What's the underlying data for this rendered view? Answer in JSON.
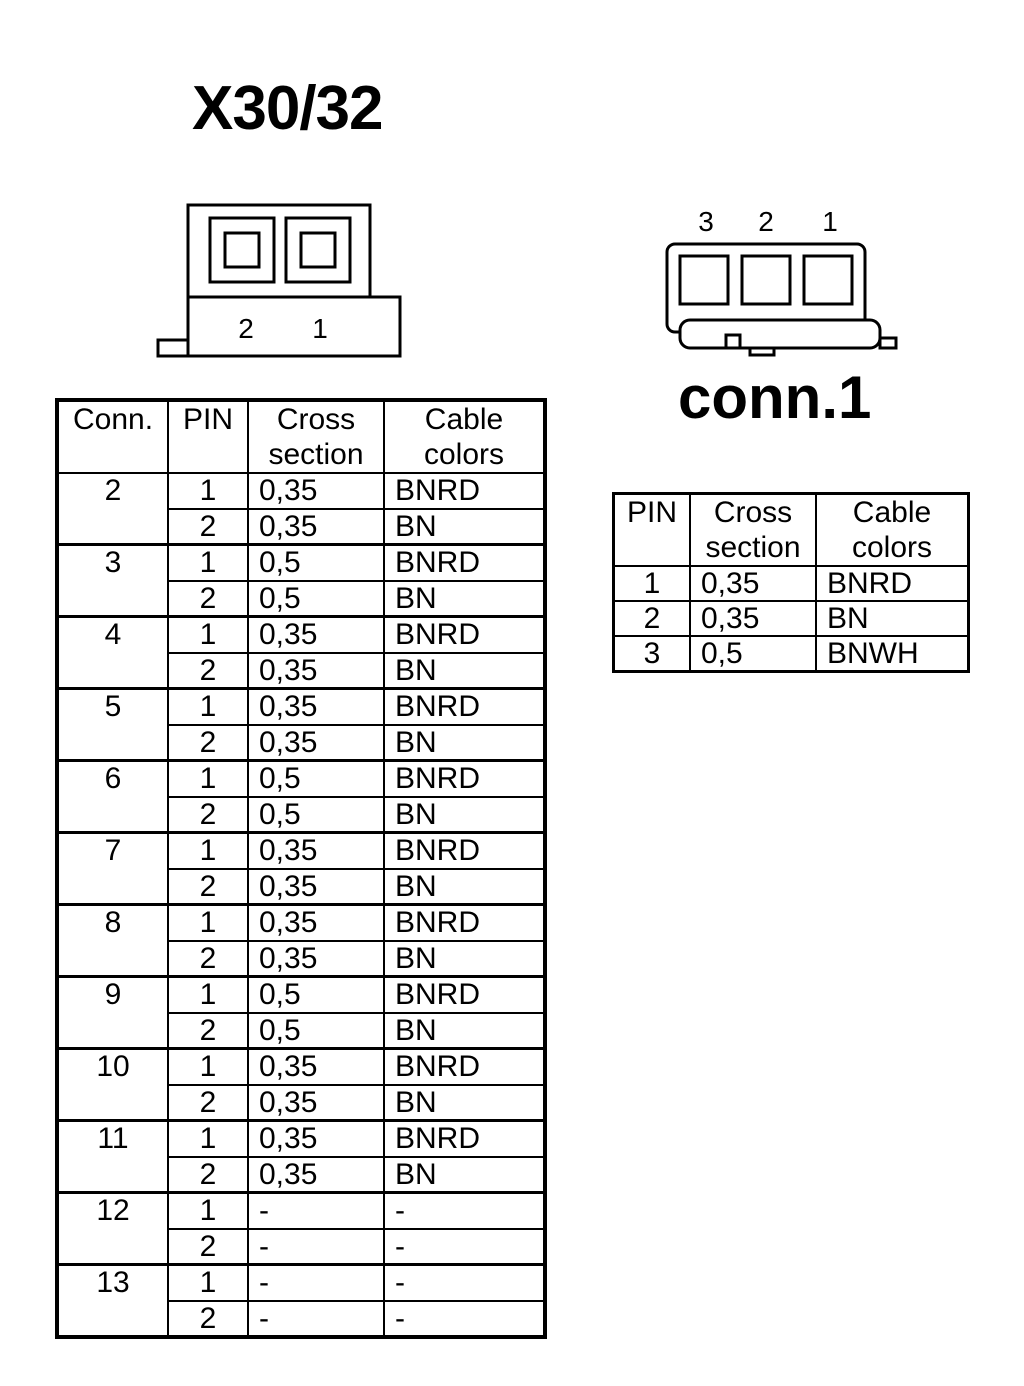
{
  "x30_title": "X30/32",
  "conn1_title": "conn.1",
  "x30_pin_labels": [
    "2",
    "1"
  ],
  "conn1_pin_labels": [
    "3",
    "2",
    "1"
  ],
  "main_table": {
    "headers": {
      "conn": "Conn.",
      "pin": "PIN",
      "cross_1": "Cross",
      "cross_2": "section",
      "color_1": "Cable",
      "color_2": "colors"
    },
    "groups": [
      {
        "conn": "2",
        "rows": [
          {
            "pin": "1",
            "cross": "0,35",
            "color": "BNRD"
          },
          {
            "pin": "2",
            "cross": "0,35",
            "color": "BN"
          }
        ]
      },
      {
        "conn": "3",
        "rows": [
          {
            "pin": "1",
            "cross": "0,5",
            "color": "BNRD"
          },
          {
            "pin": "2",
            "cross": "0,5",
            "color": "BN"
          }
        ]
      },
      {
        "conn": "4",
        "rows": [
          {
            "pin": "1",
            "cross": "0,35",
            "color": "BNRD"
          },
          {
            "pin": "2",
            "cross": "0,35",
            "color": "BN"
          }
        ]
      },
      {
        "conn": "5",
        "rows": [
          {
            "pin": "1",
            "cross": "0,35",
            "color": "BNRD"
          },
          {
            "pin": "2",
            "cross": "0,35",
            "color": "BN"
          }
        ]
      },
      {
        "conn": "6",
        "rows": [
          {
            "pin": "1",
            "cross": "0,5",
            "color": "BNRD"
          },
          {
            "pin": "2",
            "cross": "0,5",
            "color": "BN"
          }
        ]
      },
      {
        "conn": "7",
        "rows": [
          {
            "pin": "1",
            "cross": "0,35",
            "color": "BNRD"
          },
          {
            "pin": "2",
            "cross": "0,35",
            "color": "BN"
          }
        ]
      },
      {
        "conn": "8",
        "rows": [
          {
            "pin": "1",
            "cross": "0,35",
            "color": "BNRD"
          },
          {
            "pin": "2",
            "cross": "0,35",
            "color": "BN"
          }
        ]
      },
      {
        "conn": "9",
        "rows": [
          {
            "pin": "1",
            "cross": "0,5",
            "color": "BNRD"
          },
          {
            "pin": "2",
            "cross": "0,5",
            "color": "BN"
          }
        ]
      },
      {
        "conn": "10",
        "rows": [
          {
            "pin": "1",
            "cross": "0,35",
            "color": "BNRD"
          },
          {
            "pin": "2",
            "cross": "0,35",
            "color": "BN"
          }
        ]
      },
      {
        "conn": "11",
        "rows": [
          {
            "pin": "1",
            "cross": "0,35",
            "color": "BNRD"
          },
          {
            "pin": "2",
            "cross": "0,35",
            "color": "BN"
          }
        ]
      },
      {
        "conn": "12",
        "rows": [
          {
            "pin": "1",
            "cross": "-",
            "color": "-"
          },
          {
            "pin": "2",
            "cross": "-",
            "color": "-"
          }
        ]
      },
      {
        "conn": "13",
        "rows": [
          {
            "pin": "1",
            "cross": "-",
            "color": "-"
          },
          {
            "pin": "2",
            "cross": "-",
            "color": "-"
          }
        ]
      }
    ]
  },
  "conn1_table": {
    "headers": {
      "pin": "PIN",
      "cross_1": "Cross",
      "cross_2": "section",
      "color_1": "Cable",
      "color_2": "colors"
    },
    "rows": [
      {
        "pin": "1",
        "cross": "0,35",
        "color": "BNRD"
      },
      {
        "pin": "2",
        "cross": "0,35",
        "color": "BN"
      },
      {
        "pin": "3",
        "cross": "0,5",
        "color": "BNWH"
      }
    ]
  }
}
